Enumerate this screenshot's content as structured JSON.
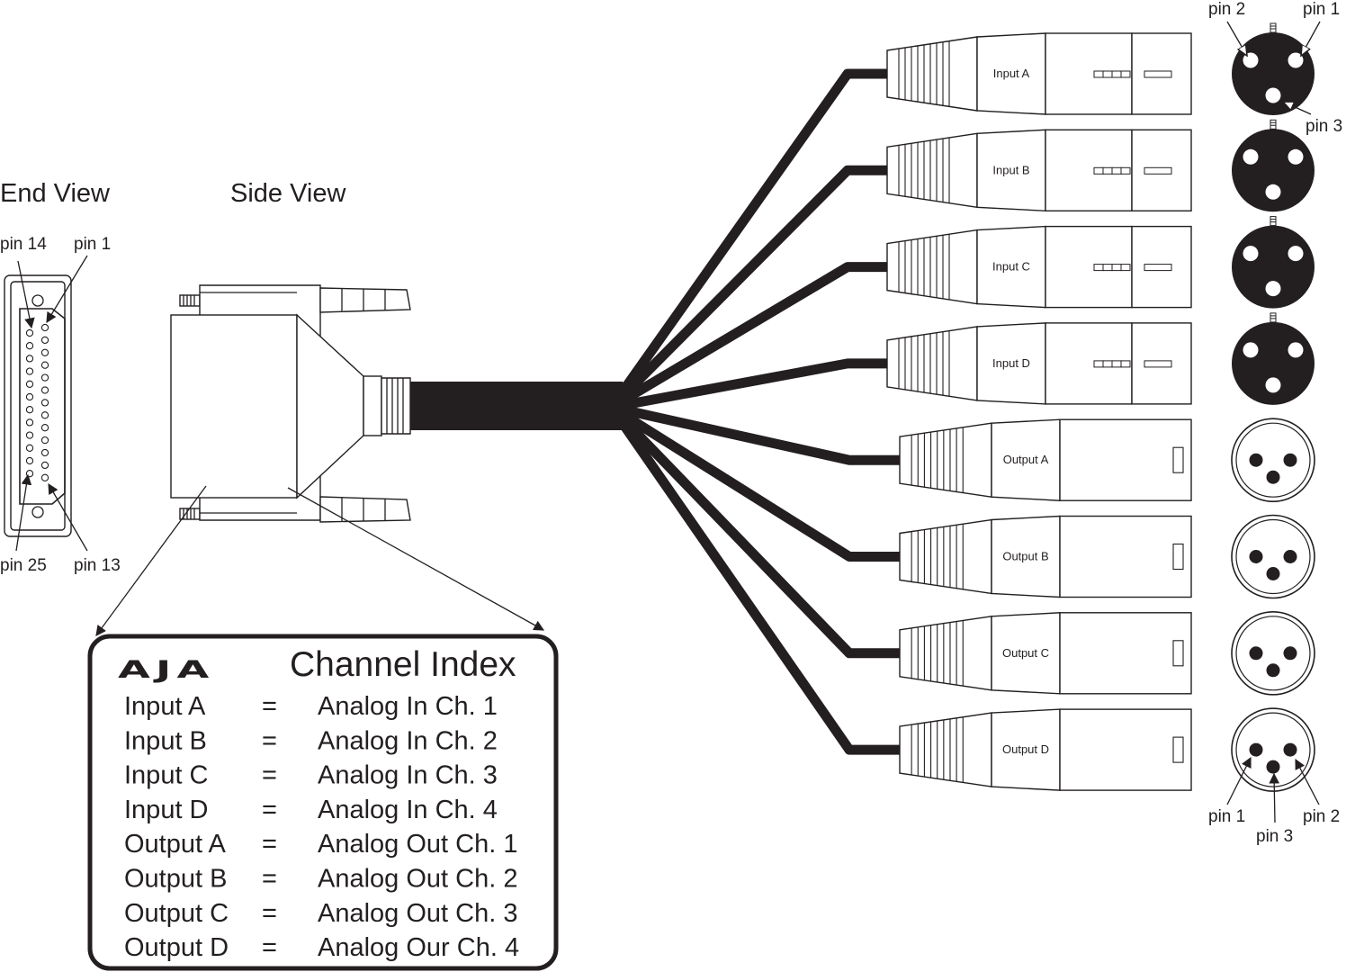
{
  "labels": {
    "end_view": "End View",
    "side_view": "Side View"
  },
  "db25_pins": {
    "pin14": "pin 14",
    "pin1": "pin 1",
    "pin25": "pin 25",
    "pin13": "pin 13"
  },
  "xlr_connectors": [
    {
      "label": "Input A",
      "kind": "female"
    },
    {
      "label": "Input B",
      "kind": "female"
    },
    {
      "label": "Input C",
      "kind": "female"
    },
    {
      "label": "Input D",
      "kind": "female"
    },
    {
      "label": "Output A",
      "kind": "male"
    },
    {
      "label": "Output B",
      "kind": "male"
    },
    {
      "label": "Output C",
      "kind": "male"
    },
    {
      "label": "Output D",
      "kind": "male"
    }
  ],
  "xlr_pins_top": {
    "pin2": "pin 2",
    "pin1": "pin 1",
    "pin3": "pin 3"
  },
  "xlr_pins_bottom": {
    "pin1": "pin 1",
    "pin3": "pin 3",
    "pin2": "pin 2"
  },
  "channel_index": {
    "logo": "AJA",
    "title": "Channel Index",
    "rows": [
      {
        "name": "Input A",
        "eq": "=",
        "value": "Analog In Ch. 1"
      },
      {
        "name": "Input B",
        "eq": "=",
        "value": "Analog In Ch. 2"
      },
      {
        "name": "Input C",
        "eq": "=",
        "value": "Analog In Ch. 3"
      },
      {
        "name": "Input D",
        "eq": "=",
        "value": "Analog In Ch. 4"
      },
      {
        "name": "Output A",
        "eq": "=",
        "value": "Analog Out Ch. 1"
      },
      {
        "name": "Output B",
        "eq": "=",
        "value": "Analog Out Ch. 2"
      },
      {
        "name": "Output C",
        "eq": "=",
        "value": "Analog Out Ch. 3"
      },
      {
        "name": "Output D",
        "eq": "=",
        "value": "Analog Our Ch. 4"
      }
    ]
  },
  "colors": {
    "ink": "#231f20",
    "paper": "#ffffff"
  }
}
